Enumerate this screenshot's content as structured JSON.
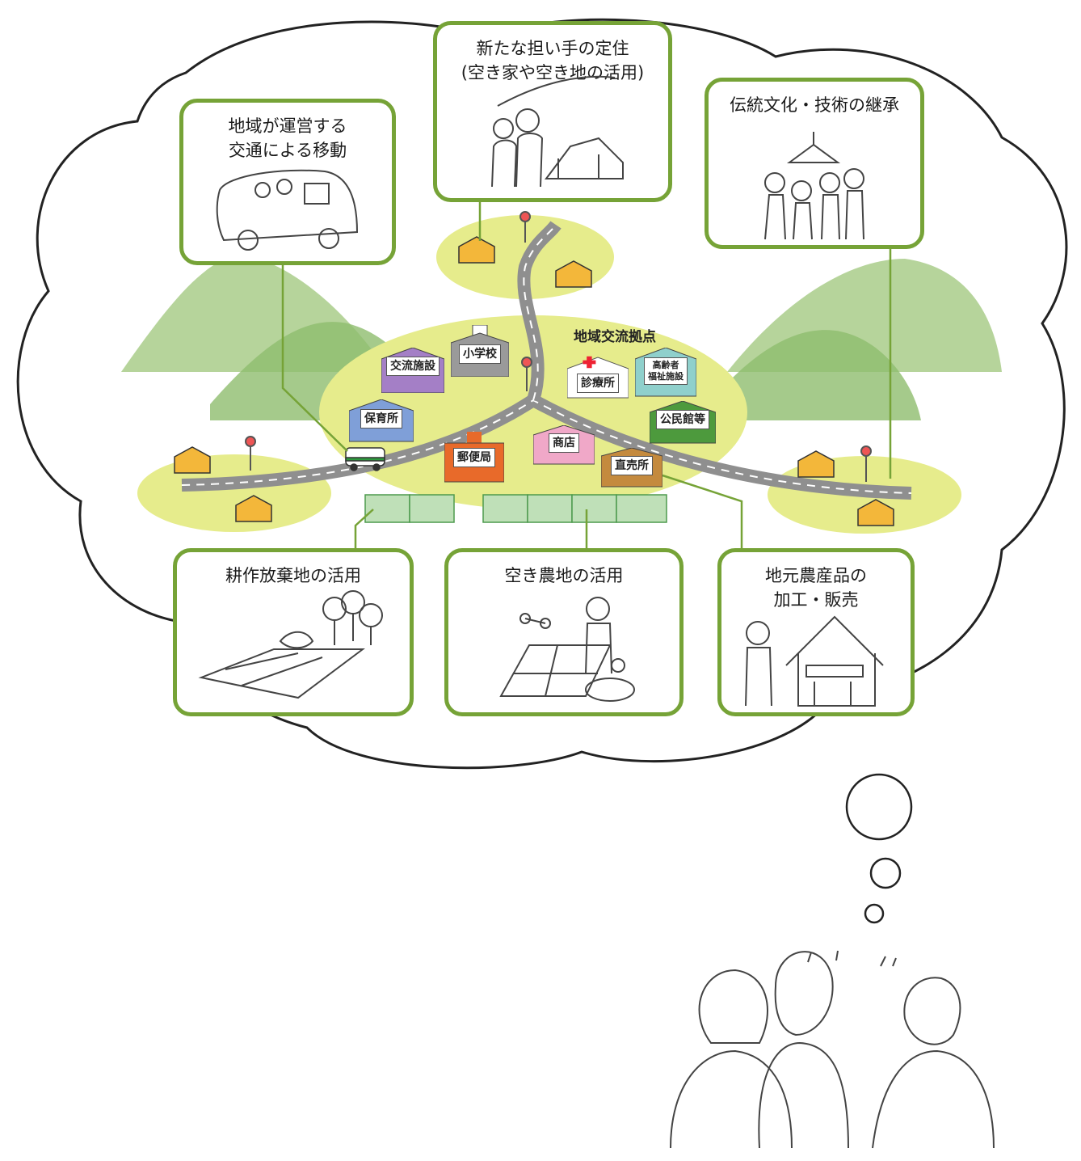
{
  "hub_title": "地域交流拠点",
  "facilities": [
    {
      "label": "交流施設"
    },
    {
      "label": "小学校"
    },
    {
      "label": "保育所"
    },
    {
      "label": "診療所"
    },
    {
      "label": "高齢者\n福祉施設"
    },
    {
      "label": "公民館等"
    },
    {
      "label": "商店"
    },
    {
      "label": "郵便局"
    },
    {
      "label": "直売所"
    }
  ],
  "cards": [
    {
      "title": "地域が運営する\n交通による移動"
    },
    {
      "title": "新たな担い手の定住\n(空き家や空き地の活用)"
    },
    {
      "title": "伝統文化・技術の継承"
    },
    {
      "title": "耕作放棄地の活用"
    },
    {
      "title": "空き農地の活用"
    },
    {
      "title": "地元農産品の\n加工・販売"
    }
  ],
  "colors": {
    "card_border": "#76a337",
    "ground": "#e6ec8c",
    "mountain": "#a9cc8a",
    "road": "#8f8f8f",
    "house": "#f3b73a"
  },
  "icons": [
    "van-icon",
    "couple-house-icon",
    "festival-people-icon",
    "field-trees-icon",
    "farmer-drone-icon",
    "restaurant-farmer-icon",
    "bus-stop-icon",
    "house-icon",
    "villagers-icon"
  ]
}
